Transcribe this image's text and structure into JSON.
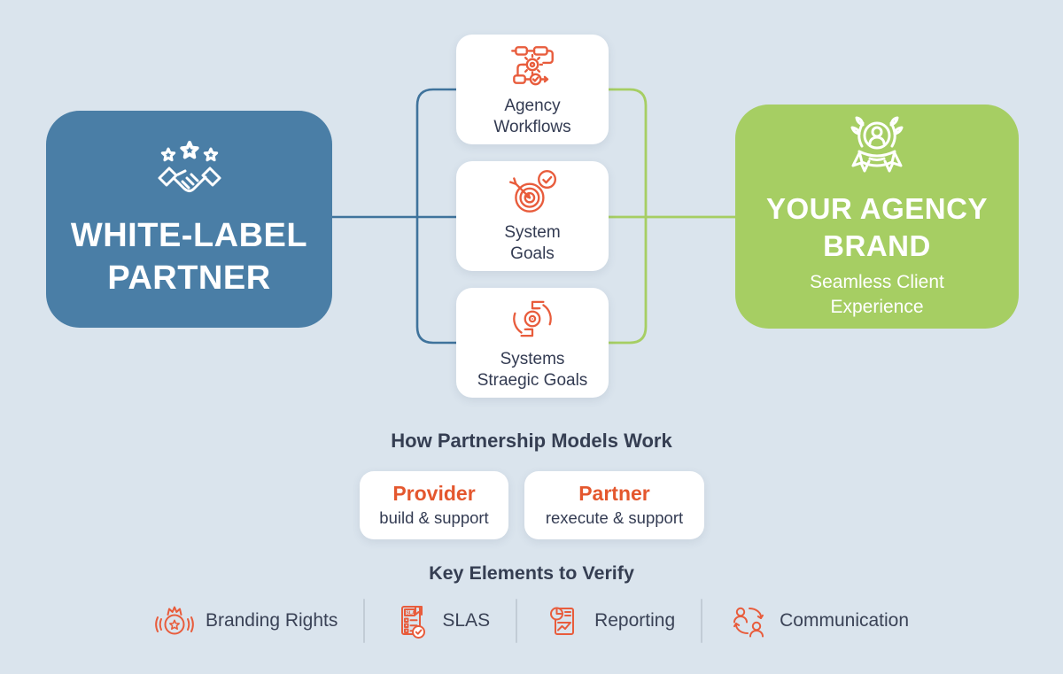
{
  "colors": {
    "background": "#dae4ed",
    "partner_blue": "#4a7ea6",
    "brand_green": "#a6ce63",
    "accent_orange": "#e4572e",
    "icon_orange": "#e85c3c",
    "text_navy": "#353e52",
    "connector_blue": "#3f739c",
    "connector_green": "#a6ce63"
  },
  "left_box": {
    "title": "WHITE-LABEL PARTNER",
    "icon": "handshake-stars-icon"
  },
  "right_box": {
    "title": "YOUR AGENCY BRAND",
    "subtitle": "Seamless Client Experience",
    "icon": "award-person-icon"
  },
  "middle_cards": [
    {
      "line1": "Agency",
      "line2": "Workflows",
      "icon": "workflow-icon"
    },
    {
      "line1": "System",
      "line2": "Goals",
      "icon": "target-goal-icon"
    },
    {
      "line1": "Systems",
      "line2": "Straegic Goals",
      "icon": "collaboration-icon"
    }
  ],
  "partnership_section": {
    "heading": "How Partnership Models Work",
    "models": [
      {
        "title": "Provider",
        "subtitle": "build & support"
      },
      {
        "title": "Partner",
        "subtitle": "rexecute & support"
      }
    ]
  },
  "key_elements_section": {
    "heading": "Key Elements to Verify",
    "items": [
      {
        "label": "Branding Rights",
        "icon": "badge-star-icon"
      },
      {
        "label": "SLAS",
        "icon": "sla-document-icon"
      },
      {
        "label": "Reporting",
        "icon": "reporting-icon"
      },
      {
        "label": "Communication",
        "icon": "communication-icon"
      }
    ]
  }
}
